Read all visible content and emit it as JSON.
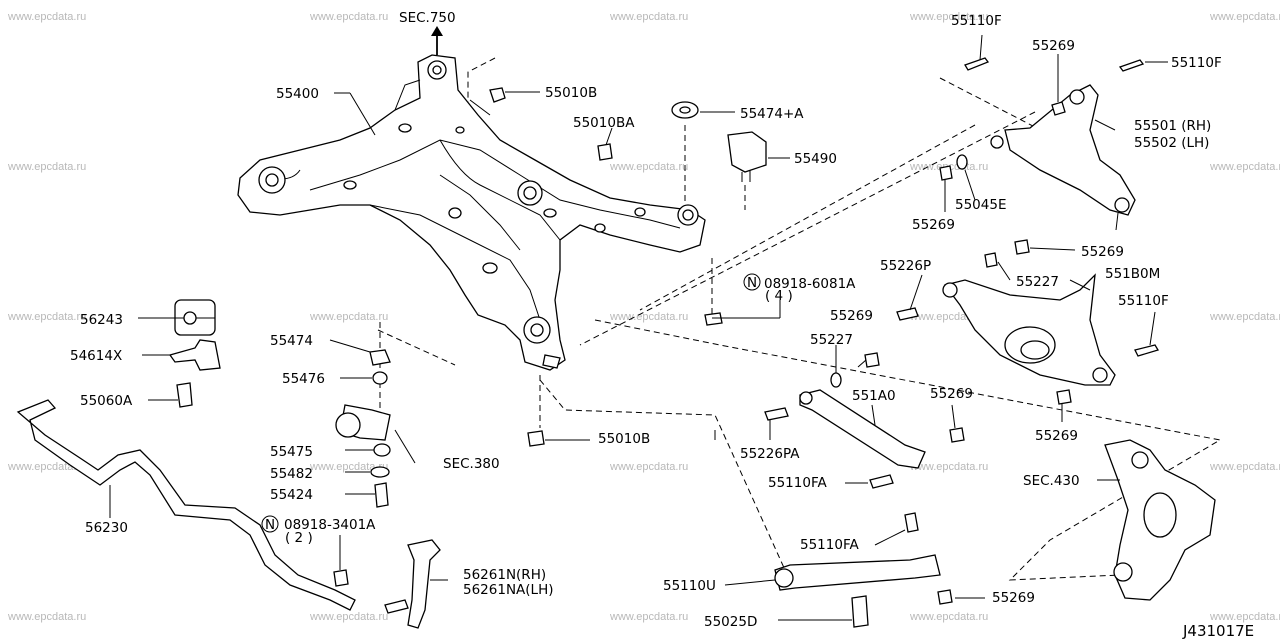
{
  "watermark": "www.epcdata.ru",
  "diagram_code": "J431017E",
  "labels": {
    "sec750": "SEC.750",
    "p55110F_a": "55110F",
    "p55269_a": "55269",
    "p55110F_b": "55110F",
    "p55400": "55400",
    "p55010B_a": "55010B",
    "p55474A": "55474+A",
    "p55010BA": "55010BA",
    "p55501": "55501 (RH)",
    "p55502": "55502 (LH)",
    "p55490": "55490",
    "p55045E": "55045E",
    "p55269_b": "55269",
    "p55269_c": "55269",
    "p55226P": "55226P",
    "p55227_a": "55227",
    "p551B0M": "551B0M",
    "p08918_6081A": "08918-6081A",
    "qty4": "( 4 )",
    "p55110F_c": "55110F",
    "p56243": "56243",
    "p55269_d": "55269",
    "p55474": "55474",
    "p54614X": "54614X",
    "p55227_b": "55227",
    "p55476": "55476",
    "p55060A": "55060A",
    "p551A0": "551A0",
    "p55269_e": "55269",
    "p55269_f": "55269",
    "p55475": "55475",
    "p55010B_b": "55010B",
    "p55226PA": "55226PA",
    "sec380": "SEC.380",
    "p55482": "55482",
    "p55110FA_a": "55110FA",
    "sec430": "SEC.430",
    "p55424": "55424",
    "p56230": "56230",
    "p08918_3401A": "08918-3401A",
    "qty2": "( 2 )",
    "p55110FA_b": "55110FA",
    "p56261N": "56261N(RH)",
    "p56261NA": "56261NA(LH)",
    "p55110U": "55110U",
    "p55269_g": "55269",
    "p55025D": "55025D",
    "n_symbol": "N"
  }
}
